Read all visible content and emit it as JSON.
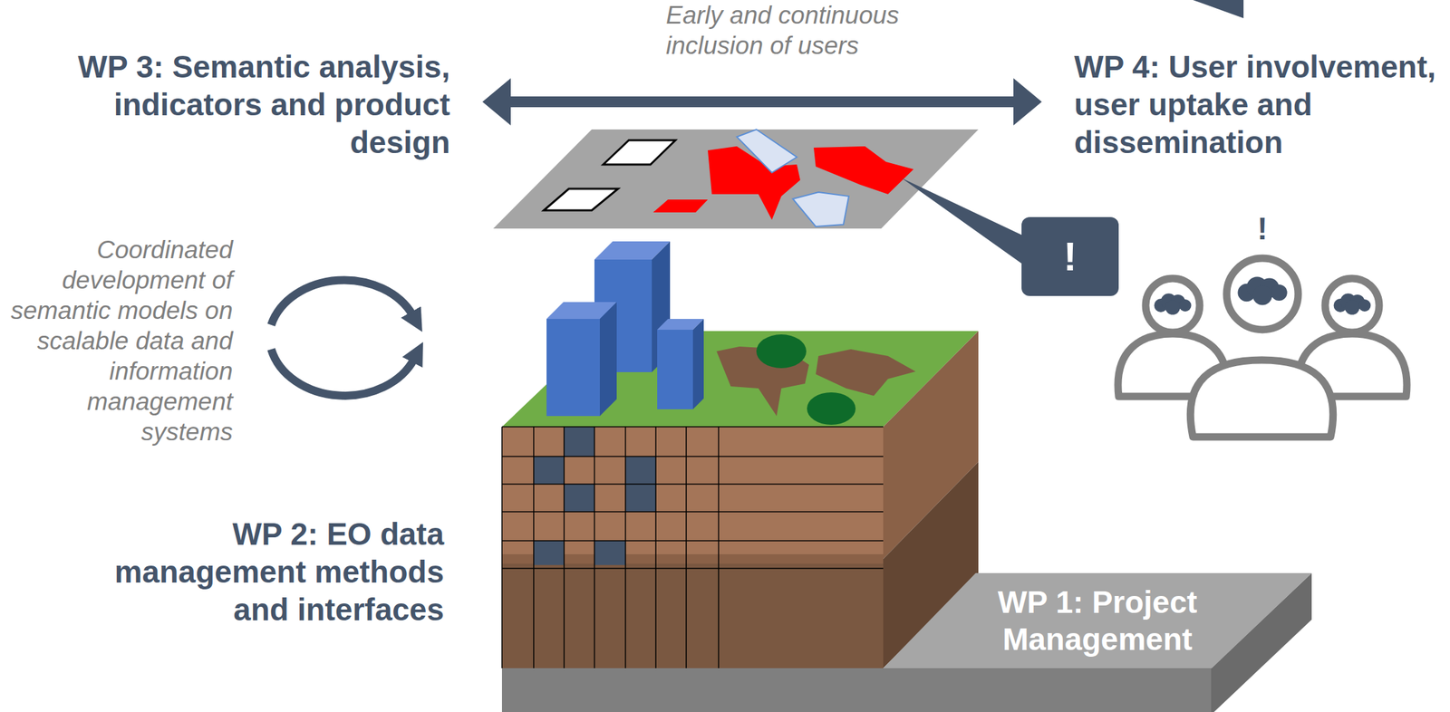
{
  "diagram": {
    "nodes": [
      {
        "text": [
          "WP 3: Semantic analysis, indicators and product design"
        ]
      },
      {
        "text": [
          "WP 4: User involvement, user uptake and dissemination"
        ]
      },
      {
        "text": [
          "!"
        ]
      },
      {
        "text": [
          "WP 1: Project Management"
        ]
      }
    ],
    "edges": [
      {
        "from": 0,
        "to": 1,
        "arrow": "both",
        "label": "Early and continuous inclusion of users"
      }
    ],
    "labels": [
      "Coordinated development of semantic models on scalable data and information management systems",
      "WP 2: EO data management methods and interfaces",
      "!"
    ]
  }
}
